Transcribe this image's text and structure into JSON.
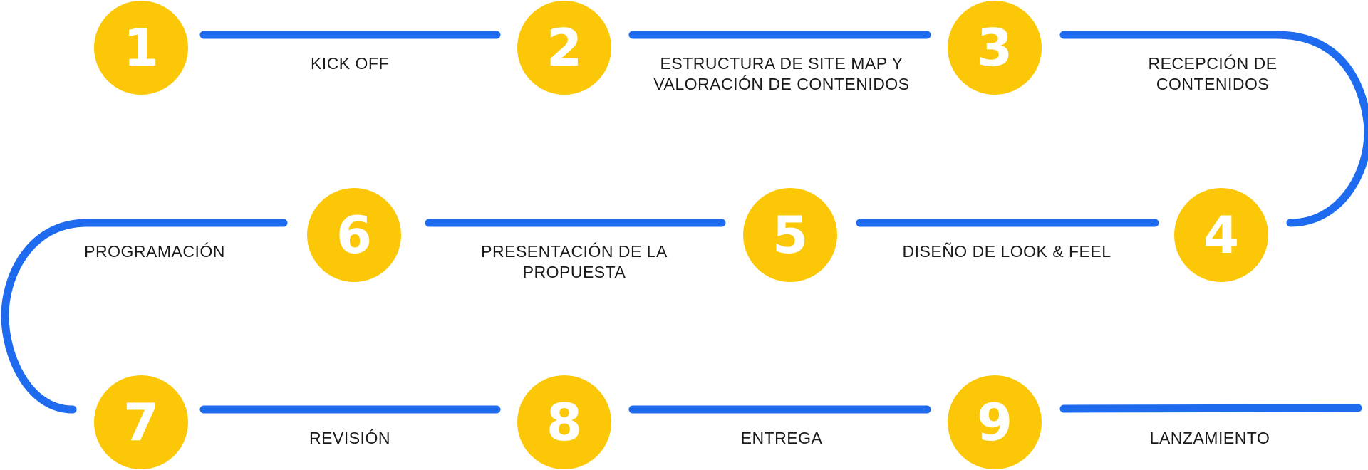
{
  "colors": {
    "connector": "#1E6BF0",
    "circle": "#FCC707",
    "number": "#FFFFFF",
    "label": "#1A1A1A"
  },
  "steps": [
    {
      "number": "1",
      "label_lines": [
        "KICK OFF"
      ]
    },
    {
      "number": "2",
      "label_lines": [
        "ESTRUCTURA DE SITE MAP Y",
        "VALORACIÓN DE CONTENIDOS"
      ]
    },
    {
      "number": "3",
      "label_lines": [
        "RECEPCIÓN DE",
        "CONTENIDOS"
      ]
    },
    {
      "number": "4",
      "label_lines": [
        "DISEÑO DE LOOK & FEEL"
      ]
    },
    {
      "number": "5",
      "label_lines": [
        "PRESENTACIÓN DE LA",
        "PROPUESTA"
      ]
    },
    {
      "number": "6",
      "label_lines": [
        "PROGRAMACIÓN"
      ]
    },
    {
      "number": "7",
      "label_lines": [
        "REVISIÓN"
      ]
    },
    {
      "number": "8",
      "label_lines": [
        "ENTREGA"
      ]
    },
    {
      "number": "9",
      "label_lines": [
        "LANZAMIENTO"
      ]
    }
  ]
}
